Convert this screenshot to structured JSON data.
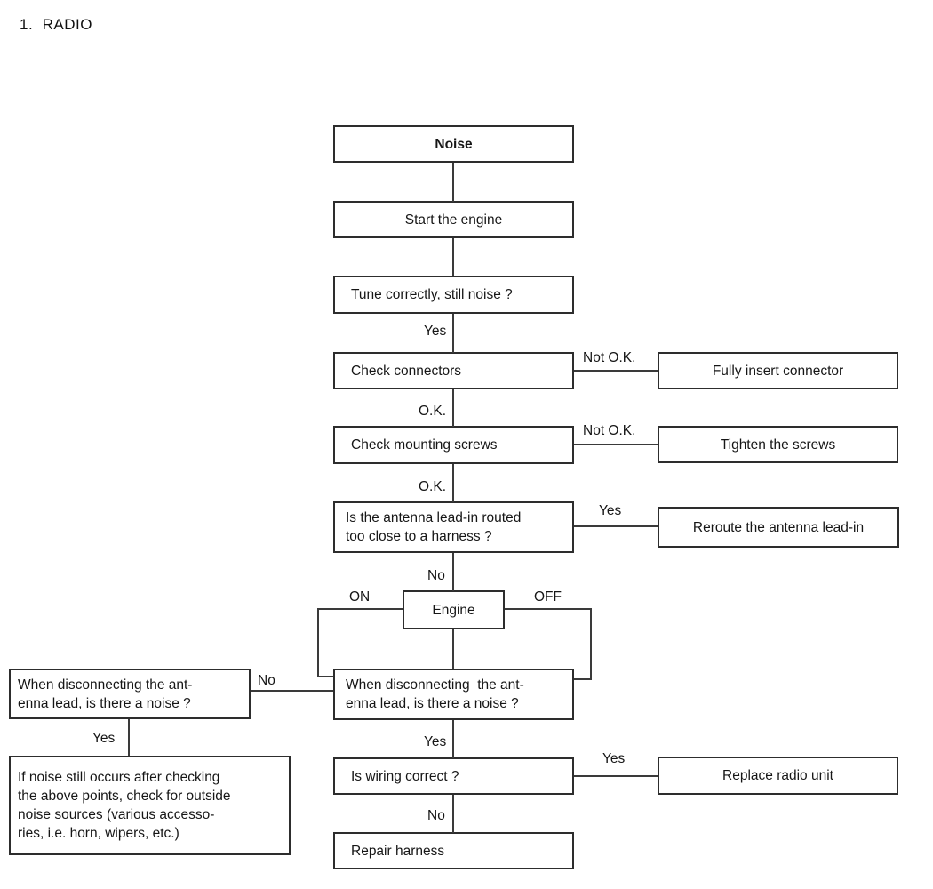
{
  "title": "1.  RADIO",
  "colors": {
    "background": "#ffffff",
    "line": "#3a3a3a",
    "border": "#2d2d2d",
    "text": "#161616"
  },
  "flowchart": {
    "nodes": {
      "noise": "Noise",
      "start_engine": "Start the engine",
      "tune": "Tune correctly, still noise ?",
      "check_connectors": "Check connectors",
      "fully_insert": "Fully insert connector",
      "check_mounting": "Check mounting screws",
      "tighten_screws": "Tighten the screws",
      "antenna_routed": "Is the antenna lead-in routed\ntoo close to a harness ?",
      "reroute": "Reroute the antenna lead-in",
      "engine": "Engine",
      "disconnect_left": "When disconnecting the ant-\nenna lead, is there a noise ?",
      "disconnect_center": "When disconnecting  the ant-\nenna lead, is there a noise ?",
      "wiring": "Is wiring correct ?",
      "replace_radio": "Replace radio unit",
      "repair_harness": "Repair harness",
      "outside_noise": "If noise still occurs after checking\nthe above points, check for outside\nnoise sources (various accesso-\nries, i.e. horn, wipers, etc.)"
    },
    "edge_labels": {
      "yes_tune": "Yes",
      "not_ok_connectors": "Not O.K.",
      "ok_connectors": "O.K.",
      "not_ok_mounting": "Not O.K.",
      "ok_mounting": "O.K.",
      "yes_antenna": "Yes",
      "no_antenna": "No",
      "engine_on": "ON",
      "engine_off": "OFF",
      "no_disconnect": "No",
      "yes_disconnect_left": "Yes",
      "yes_disconnect_center": "Yes",
      "yes_wiring": "Yes",
      "no_wiring": "No"
    }
  }
}
